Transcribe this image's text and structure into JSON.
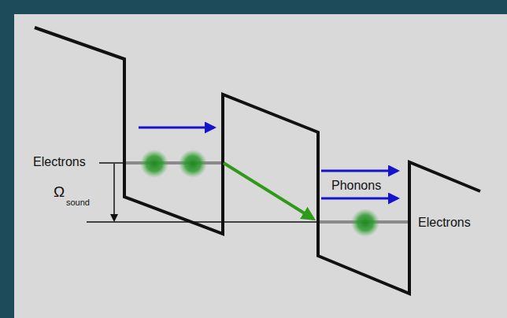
{
  "diagram": {
    "labels": [
      "Electrons",
      "Ω",
      "sound",
      "Phonons",
      "Electrons"
    ]
  }
}
